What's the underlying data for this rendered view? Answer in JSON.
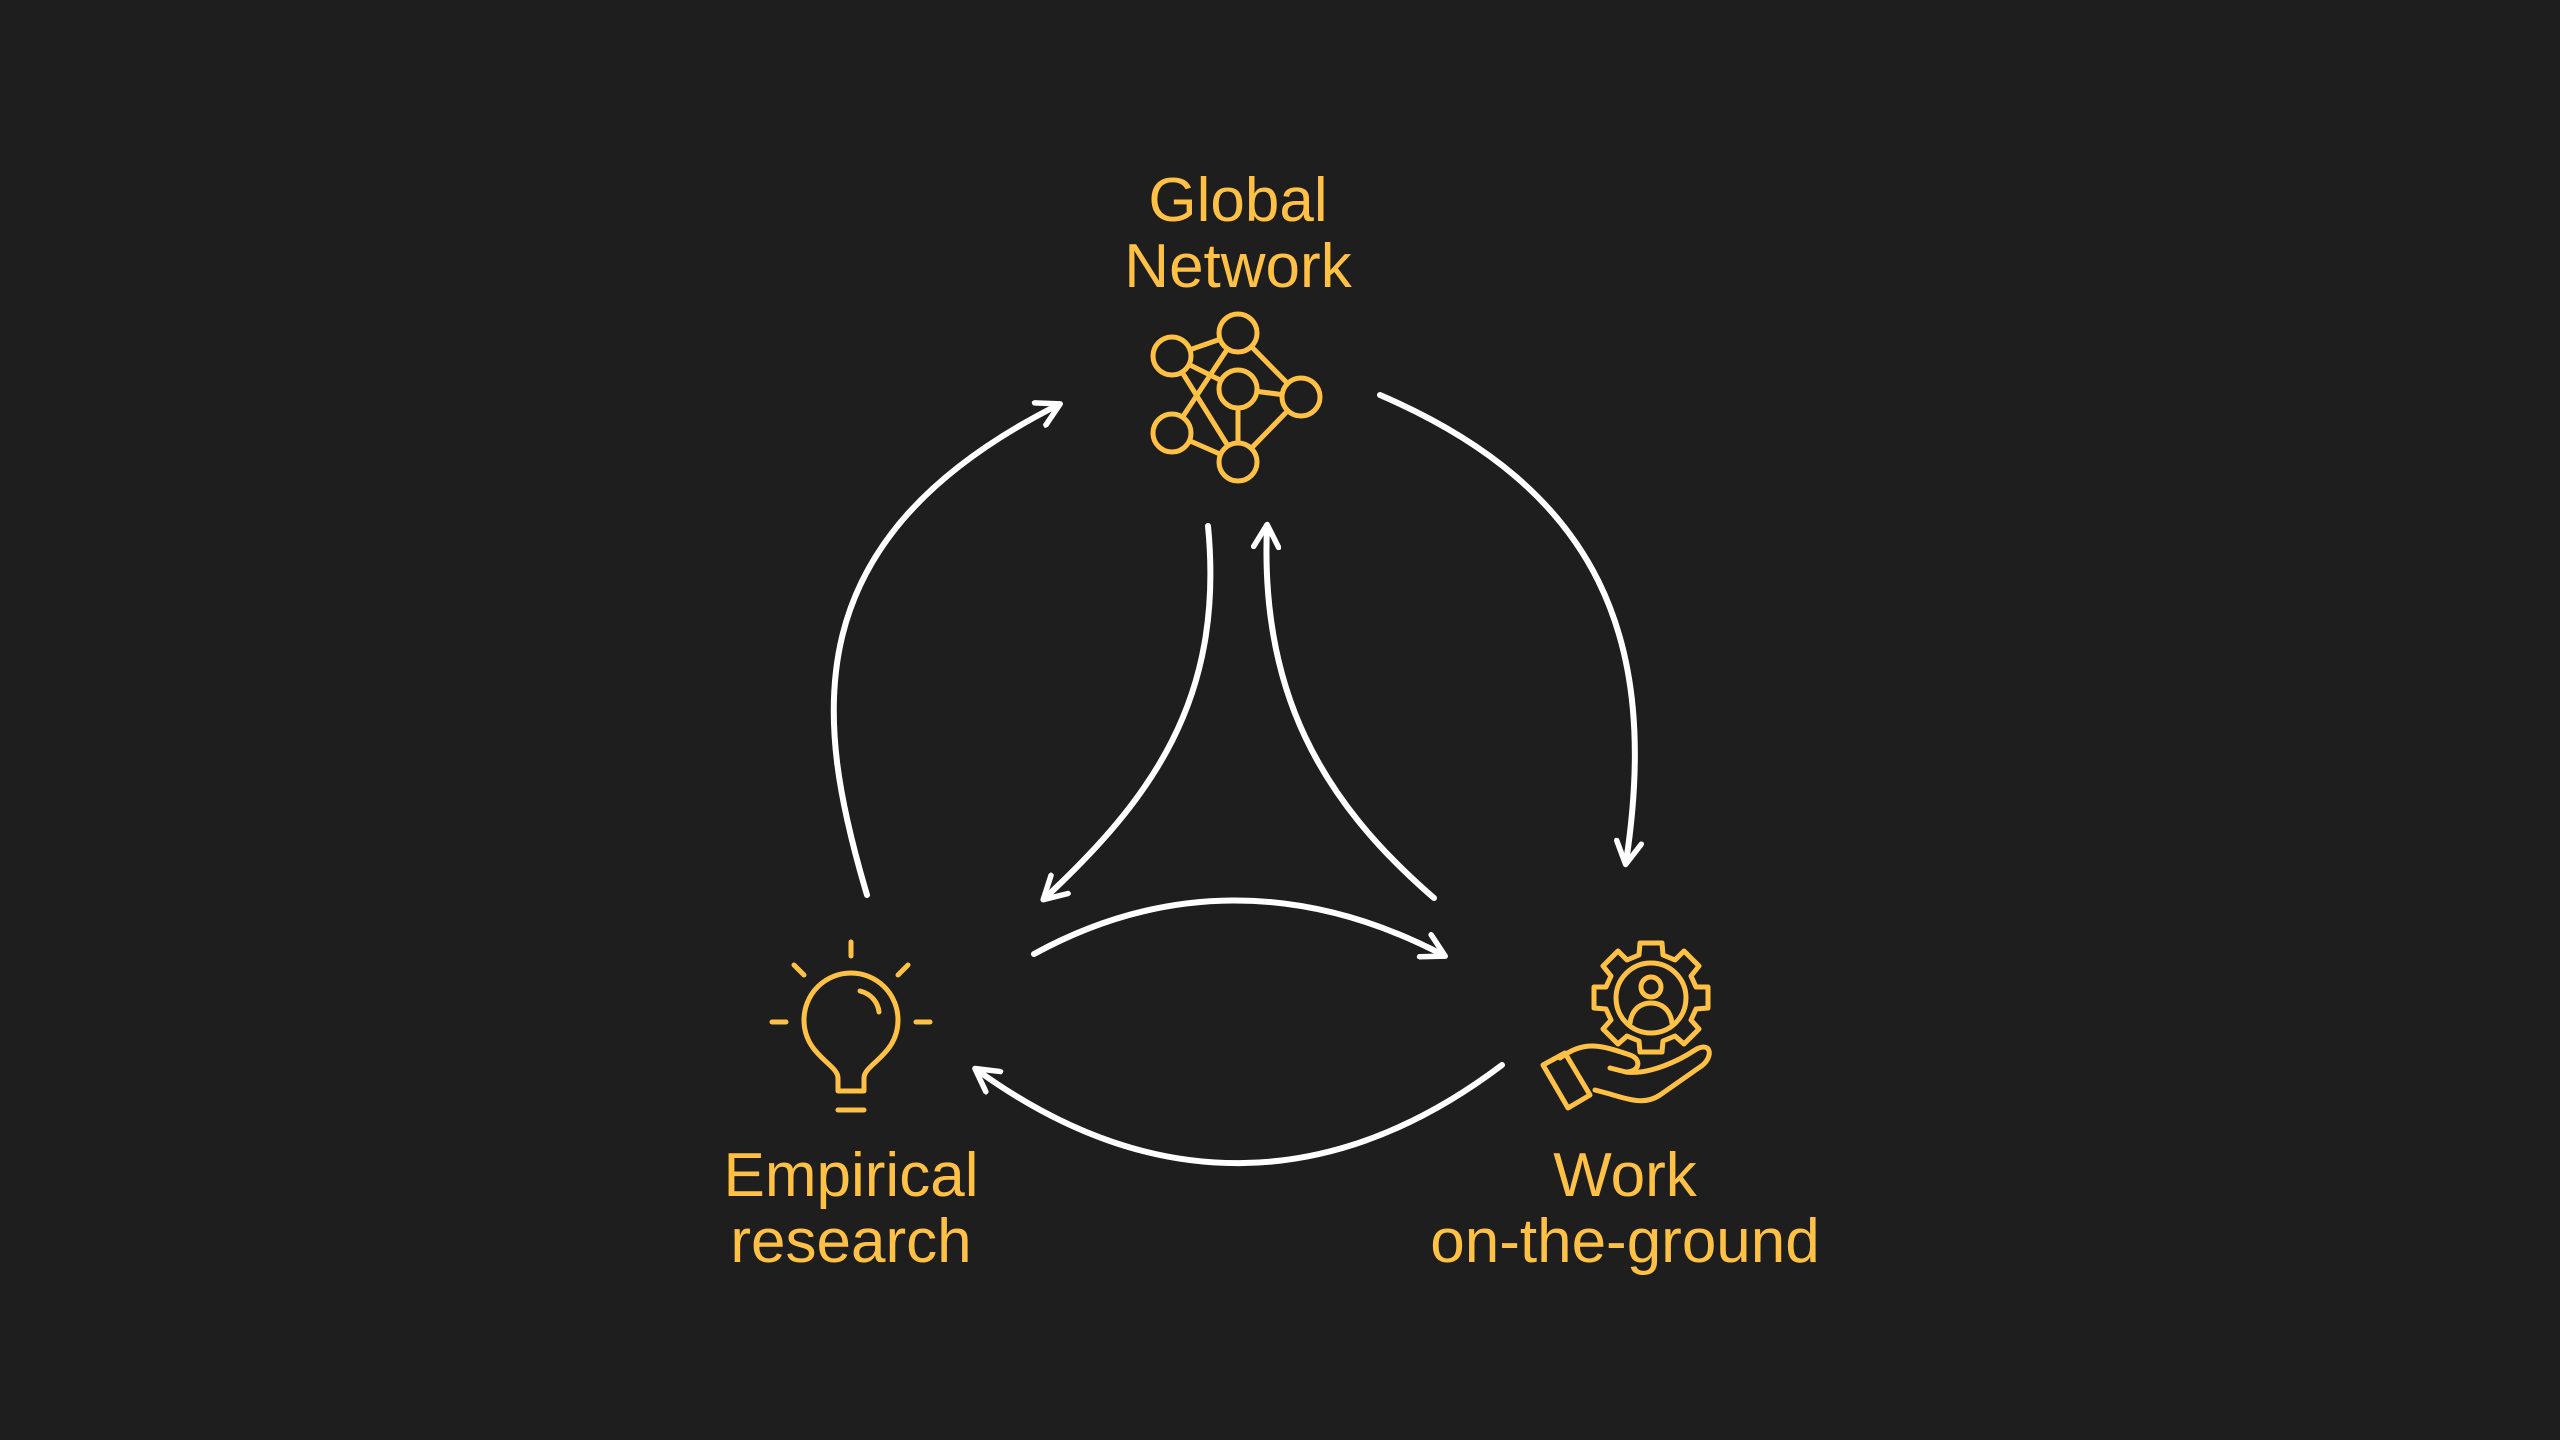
{
  "nodes": {
    "global_network": {
      "line1": "Global",
      "line2": "Network",
      "icon": "network-icon"
    },
    "empirical_research": {
      "line1": "Empirical",
      "line2": "research",
      "icon": "lightbulb-icon"
    },
    "work_on_the_ground": {
      "line1": "Work",
      "line2": "on-the-ground",
      "icon": "hand-gear-person-icon"
    }
  },
  "colors": {
    "background": "#1e1e1e",
    "accent": "#FFC145",
    "arrows": "#ffffff"
  }
}
